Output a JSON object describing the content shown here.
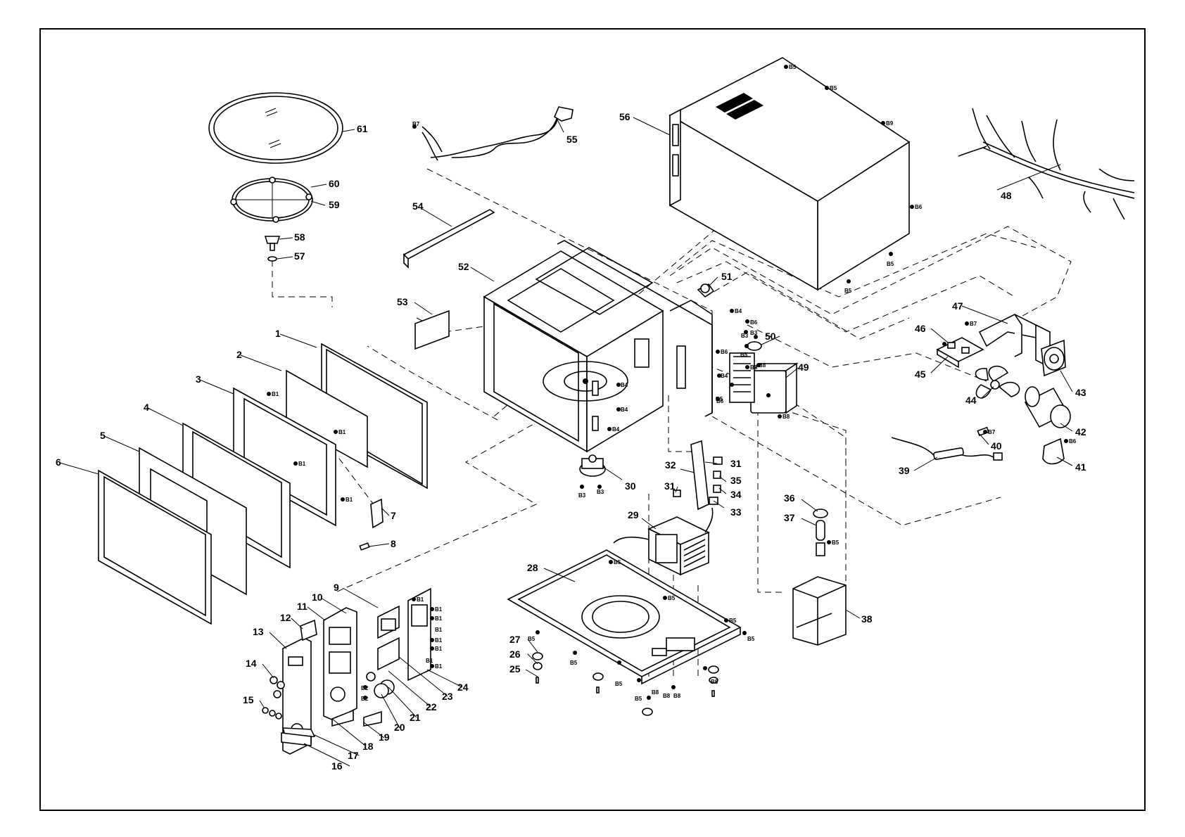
{
  "diagram": {
    "callouts": [
      "1",
      "2",
      "3",
      "4",
      "5",
      "6",
      "7",
      "8",
      "9",
      "10",
      "11",
      "12",
      "13",
      "14",
      "15",
      "16",
      "17",
      "18",
      "19",
      "20",
      "21",
      "22",
      "23",
      "24",
      "25",
      "26",
      "27",
      "28",
      "29",
      "30",
      "31",
      "31",
      "32",
      "33",
      "34",
      "35",
      "36",
      "37",
      "38",
      "39",
      "40",
      "41",
      "42",
      "43",
      "44",
      "45",
      "46",
      "47",
      "48",
      "49",
      "50",
      "51",
      "52",
      "53",
      "54",
      "55",
      "56",
      "57",
      "58",
      "59",
      "60",
      "61"
    ],
    "screws": [
      "B1",
      "B1",
      "B1",
      "B1",
      "B1",
      "B1",
      "B1",
      "B1",
      "B1",
      "B1",
      "B1",
      "B1",
      "B2",
      "B2",
      "B3",
      "B3",
      "B3",
      "B3",
      "B4",
      "B4",
      "B4",
      "B4",
      "B4",
      "B5",
      "B5",
      "B5",
      "B5",
      "B5",
      "B5",
      "B5",
      "B5",
      "B5",
      "B5",
      "B5",
      "B5",
      "B5",
      "B5",
      "B5",
      "B6",
      "B6",
      "B6",
      "B6",
      "B6",
      "B7",
      "B7",
      "B7",
      "B8",
      "B8",
      "B8",
      "B8",
      "B8",
      "B8",
      "B8",
      "B9"
    ]
  }
}
